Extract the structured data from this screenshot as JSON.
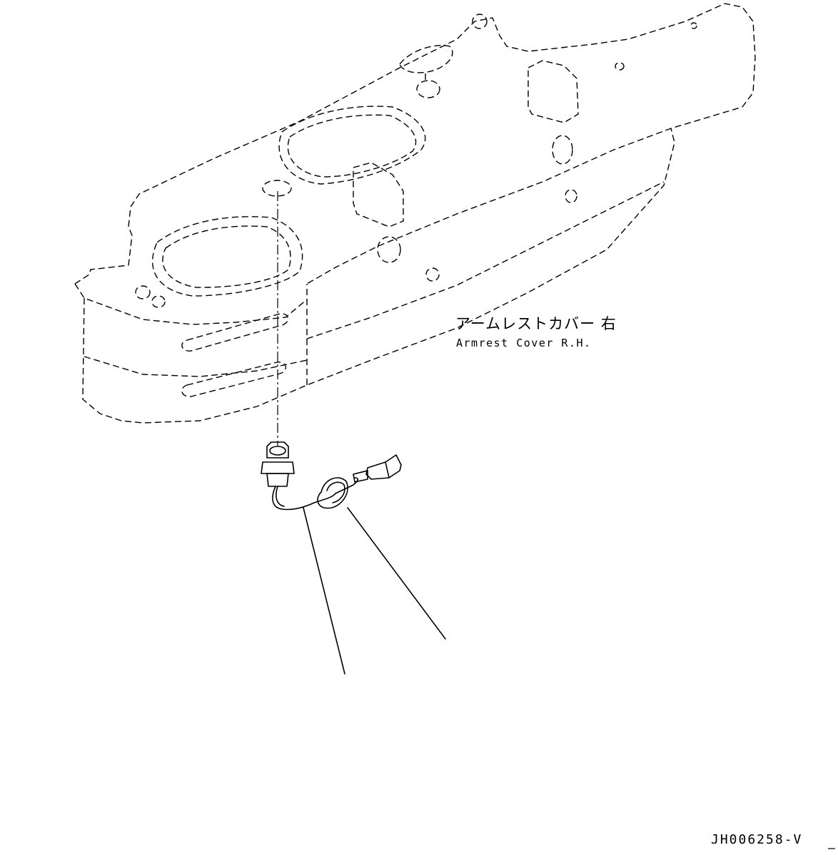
{
  "part_label": {
    "name_jp": "アームレストカバー 右",
    "name_en": "Armrest Cover R.H."
  },
  "drawing_code": "JH006258-V",
  "icons": [
    "armrest-cover-outline",
    "switch-connector-icon",
    "wire-harness-icon"
  ]
}
